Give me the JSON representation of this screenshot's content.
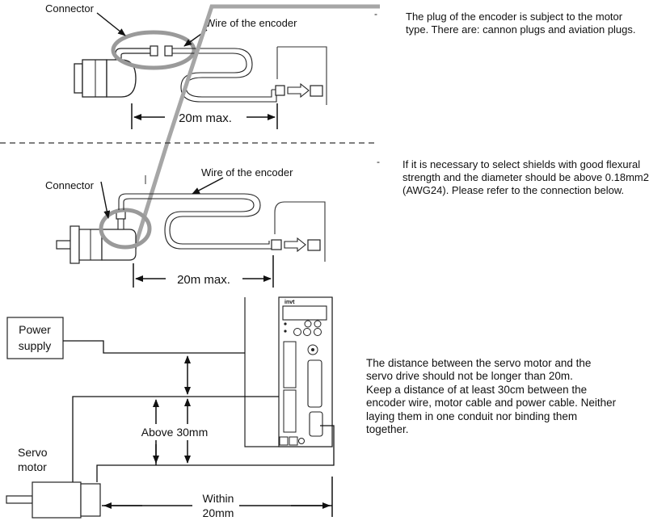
{
  "diagram1": {
    "connector_label": "Connector",
    "wire_label": "Wire of the encoder",
    "distance_label": "20m max."
  },
  "diagram2": {
    "connector_label": "Connector",
    "wire_label": "Wire of the encoder",
    "distance_label": "20m max."
  },
  "diagram3": {
    "power_supply_line1": "Power",
    "power_supply_line2": "supply",
    "servo_motor_line1": "Servo",
    "servo_motor_line2": "motor",
    "spacing_label": "Above 30mm",
    "within_line1": "Within",
    "within_line2": "20mm",
    "drive_brand": "invt"
  },
  "notes": {
    "bullet": "-",
    "plug_note": "The plug of the encoder is subject to the motor type. There are:  cannon plugs and aviation plugs.",
    "shield_note": "If it is necessary to select shields with good flexural strength and the diameter should be above 0.18mm2 (AWG24). Please refer to the connection below.",
    "distance_note_1": "The distance between the servo motor and the servo drive should not be longer than 20m.",
    "distance_note_2": "Keep a distance of at least 30cm between the encoder wire, motor cable and power cable. Neither laying them in one conduit nor binding them together."
  }
}
